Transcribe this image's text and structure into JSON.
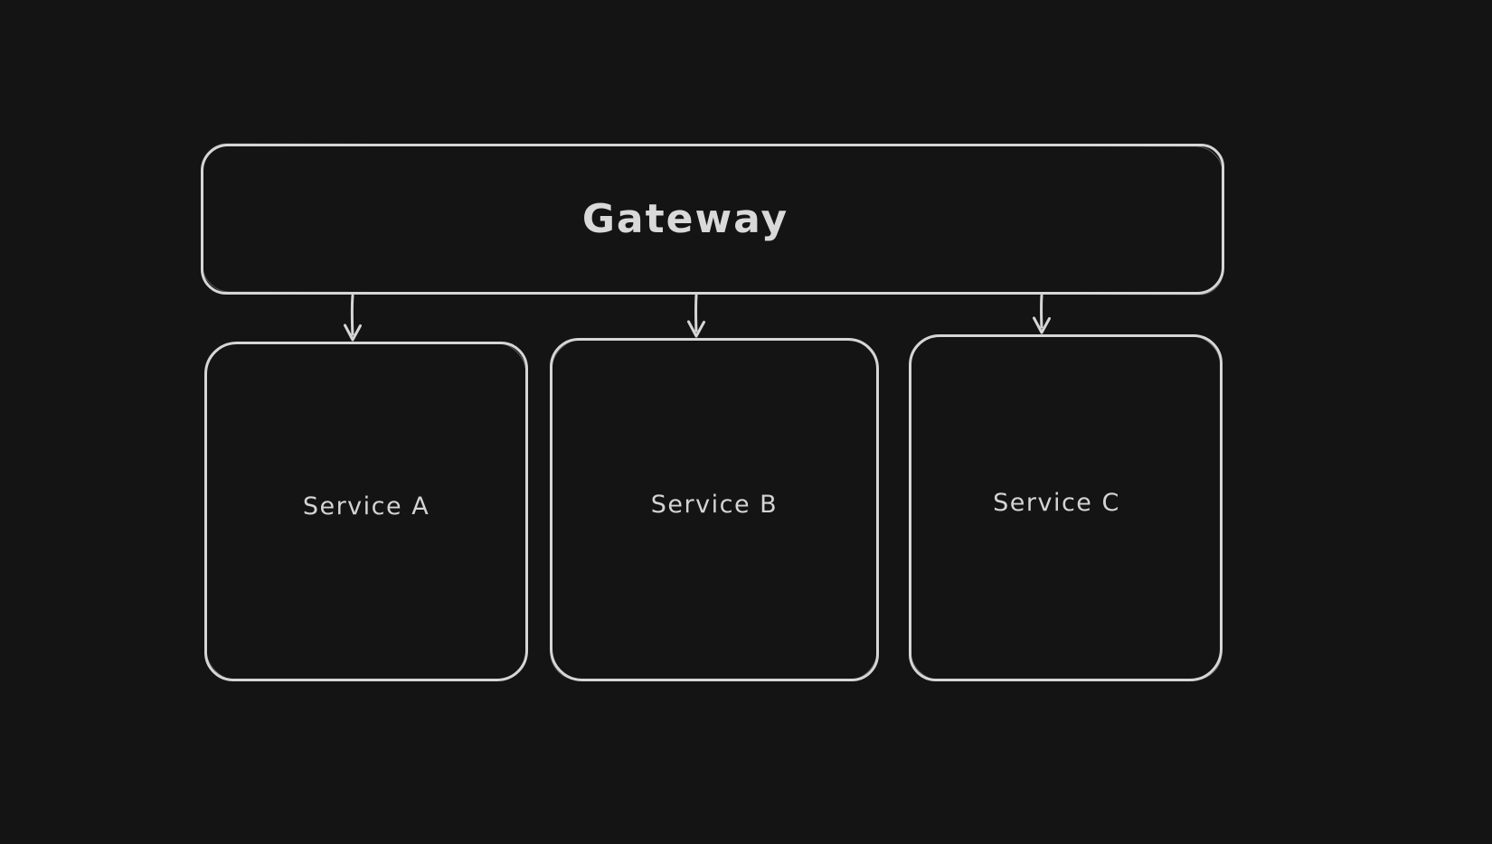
{
  "canvas": {
    "background_color": "#141414",
    "stroke_color": "#d6d6d6",
    "text_color": "#d9d9d9",
    "style": "hand-drawn-whiteboard"
  },
  "diagram": {
    "type": "flowchart",
    "nodes": [
      {
        "id": "gateway",
        "label": "Gateway",
        "shape": "rounded-rectangle"
      },
      {
        "id": "service-a",
        "label": "Service A",
        "shape": "rounded-rectangle"
      },
      {
        "id": "service-b",
        "label": "Service B",
        "shape": "rounded-rectangle"
      },
      {
        "id": "service-c",
        "label": "Service C",
        "shape": "rounded-rectangle"
      }
    ],
    "edges": [
      {
        "from": "gateway",
        "to": "service-a",
        "type": "arrow-down"
      },
      {
        "from": "gateway",
        "to": "service-b",
        "type": "arrow-down"
      },
      {
        "from": "gateway",
        "to": "service-c",
        "type": "arrow-down"
      }
    ]
  }
}
